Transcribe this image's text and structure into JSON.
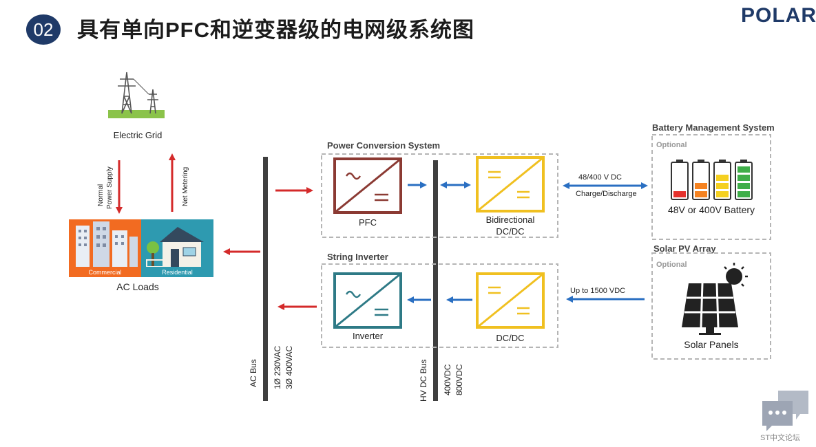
{
  "header": {
    "number": "02",
    "title": "具有单向PFC和逆变器级的电网级系统图",
    "logo": "POLAR",
    "logo_mark": "®"
  },
  "grid": {
    "electric_grid_label": "Electric Grid",
    "normal_supply_line1": "Normal",
    "normal_supply_line2": "Power Supply",
    "net_metering": "Net Metering",
    "ac_loads_label": "AC Loads",
    "commercial_label": "Commercial",
    "residential_label": "Residential"
  },
  "ac_bus": {
    "label": "AC Bus",
    "voltage1": "1Ø 230VAC",
    "voltage2": "3Ø 400VAC"
  },
  "hv_dc_bus": {
    "label": "HV DC Bus",
    "voltage1": "400VDC",
    "voltage2": "800VDC"
  },
  "pcs": {
    "title": "Power Conversion System",
    "pfc_label": "PFC",
    "bidir_line1": "Bidirectional",
    "bidir_line2": "DC/DC"
  },
  "string_inverter": {
    "title": "String Inverter",
    "inverter_label": "Inverter",
    "dcdc_label": "DC/DC"
  },
  "bms": {
    "title": "Battery Management System",
    "optional": "Optional",
    "voltage_note": "48/400 V DC",
    "flow_note": "Charge/Discharge",
    "battery_label": "48V or 400V Battery"
  },
  "solar": {
    "title": "Solar PV Array",
    "optional": "Optional",
    "voltage_note": "Up to 1500 VDC",
    "panels_label": "Solar Panels"
  },
  "watermark": {
    "text": "ST中文论坛"
  },
  "colors": {
    "accent_dark_blue": "#1f3a68",
    "arrow_red": "#d42a2a",
    "arrow_blue": "#2a6fc2",
    "pfc_red": "#8b3a33",
    "converter_yellow": "#f0c020",
    "inverter_teal": "#2e7a86",
    "bus_gray": "#3f3f3f"
  }
}
